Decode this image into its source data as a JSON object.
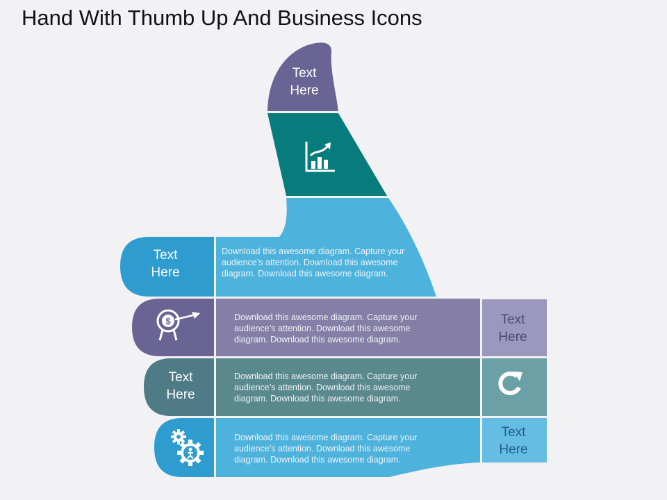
{
  "title": "Hand With Thumb Up And Business Icons",
  "thumb_label": [
    "Text",
    "Here"
  ],
  "rows": [
    {
      "label": [
        "Text",
        "Here"
      ],
      "description": [
        "Download  this awesome diagram.  Capture your",
        "audience’s attention. Download this awesome",
        "diagram. Download this awesome diagram."
      ]
    },
    {
      "description": [
        "Download  this awesome diagram.  Capture your",
        "audience’s attention. Download this awesome",
        "diagram. Download this awesome diagram."
      ],
      "side_label": [
        "Text",
        "Here"
      ]
    },
    {
      "label": [
        "Text",
        "Here"
      ],
      "description": [
        "Download  this awesome diagram.  Capture your",
        "audience’s attention. Download this awesome",
        "diagram. Download this awesome diagram."
      ]
    },
    {
      "description": [
        "Download  this awesome diagram.  Capture your",
        "audience’s attention. Download this awesome",
        "diagram. Download this awesome diagram."
      ],
      "side_label": [
        "Text",
        "Here"
      ]
    }
  ],
  "icons": {
    "growth": "growth-chart-icon",
    "target": "dollar-target-icon",
    "refresh": "refresh-icon",
    "gears": "gears-icon"
  },
  "colors": {
    "purple": "#6a6494",
    "teal": "#087c7c",
    "light_blue": "#4db3dc",
    "blue": "#2e9ccf",
    "lavender": "#857fa7",
    "slate": "#4f7b86",
    "grey_teal": "#5a898d",
    "pale_purple": "#9b97bd",
    "pale_teal": "#6aa0a6",
    "pale_blue": "#66bde4"
  }
}
